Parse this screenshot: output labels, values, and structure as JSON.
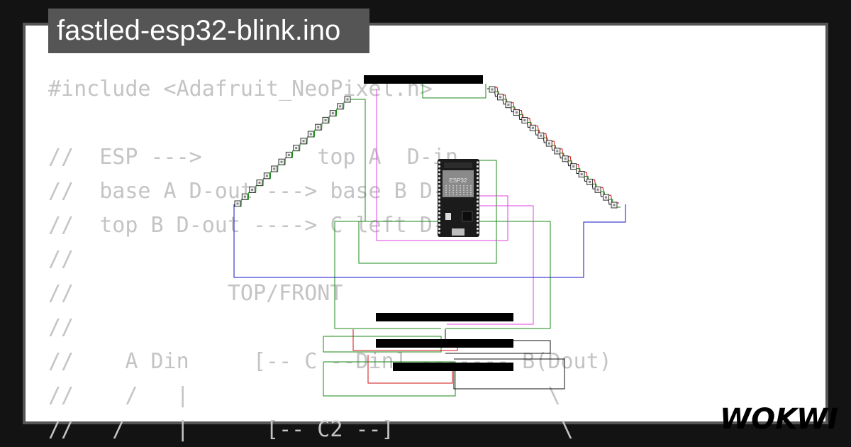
{
  "header": {
    "title": "fastled-esp32-blink.ino"
  },
  "code_lines": [
    "#include <Adafruit_NeoPixel.h>",
    "",
    "//  ESP --->         top A  D-in",
    "//  base A D-out ---> base B D-in",
    "//  top B D-out ----> C left D-in",
    "//",
    "//            TOP/FRONT",
    "//",
    "//    A Din     [-- C --Din] ------- B(Dout)",
    "//    /   |                            \\",
    "//   /    |      [-- C2 --]             \\"
  ],
  "board": {
    "label": "ESP32"
  },
  "brand": {
    "name": "WOKWI"
  },
  "colors": {
    "background": "#131313",
    "frame": "#555555",
    "canvas": "#ffffff",
    "code_text": "#c4c4c4",
    "wire_green": "#1a8a1a",
    "wire_magenta": "#e040e0",
    "wire_red": "#d01010",
    "wire_blue": "#1010c0",
    "wire_black": "#111111"
  }
}
